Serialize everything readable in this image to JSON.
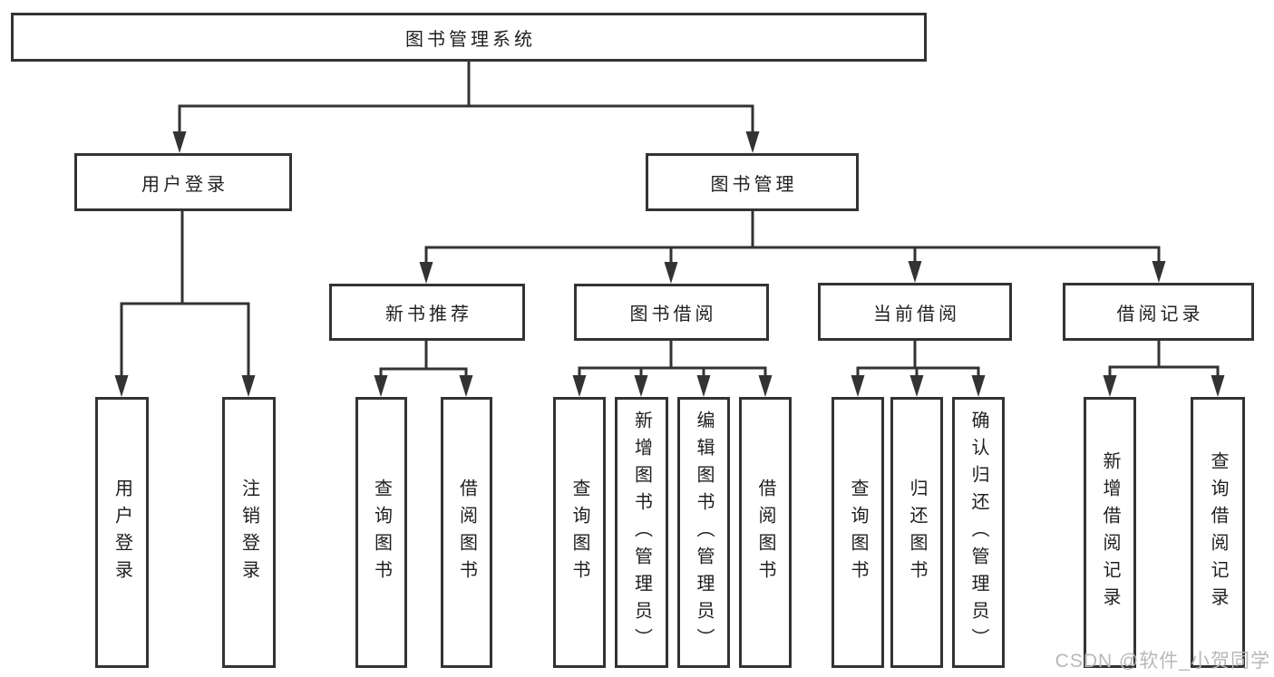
{
  "diagram": {
    "root": {
      "label": "图书管理系统"
    },
    "level2": [
      {
        "id": "user-login",
        "label": "用户登录"
      },
      {
        "id": "book-management",
        "label": "图书管理"
      }
    ],
    "level3": [
      {
        "id": "new-book-recommend",
        "label": "新书推荐"
      },
      {
        "id": "book-borrow",
        "label": "图书借阅"
      },
      {
        "id": "current-borrow",
        "label": "当前借阅"
      },
      {
        "id": "borrow-records",
        "label": "借阅记录"
      }
    ],
    "leaves": [
      {
        "parent": "user-login",
        "label": "用户登录"
      },
      {
        "parent": "user-login",
        "label": "注销登录"
      },
      {
        "parent": "new-book-recommend",
        "label": "查询图书"
      },
      {
        "parent": "new-book-recommend",
        "label": "借阅图书"
      },
      {
        "parent": "book-borrow",
        "label": "查询图书"
      },
      {
        "parent": "book-borrow",
        "label": "新增图书（管理员）"
      },
      {
        "parent": "book-borrow",
        "label": "编辑图书（管理员）"
      },
      {
        "parent": "book-borrow",
        "label": "借阅图书"
      },
      {
        "parent": "current-borrow",
        "label": "查询图书"
      },
      {
        "parent": "current-borrow",
        "label": "归还图书"
      },
      {
        "parent": "current-borrow",
        "label": "确认归还（管理员）"
      },
      {
        "parent": "borrow-records",
        "label": "新增借阅记录"
      },
      {
        "parent": "borrow-records",
        "label": "查询借阅记录"
      }
    ]
  },
  "watermark": {
    "text": "CSDN @软件_小贺同学"
  },
  "colors": {
    "line": "#333333",
    "box_border": "#333333",
    "text": "#1f1f1f",
    "watermark": "#b8b8b8",
    "background": "#ffffff"
  }
}
